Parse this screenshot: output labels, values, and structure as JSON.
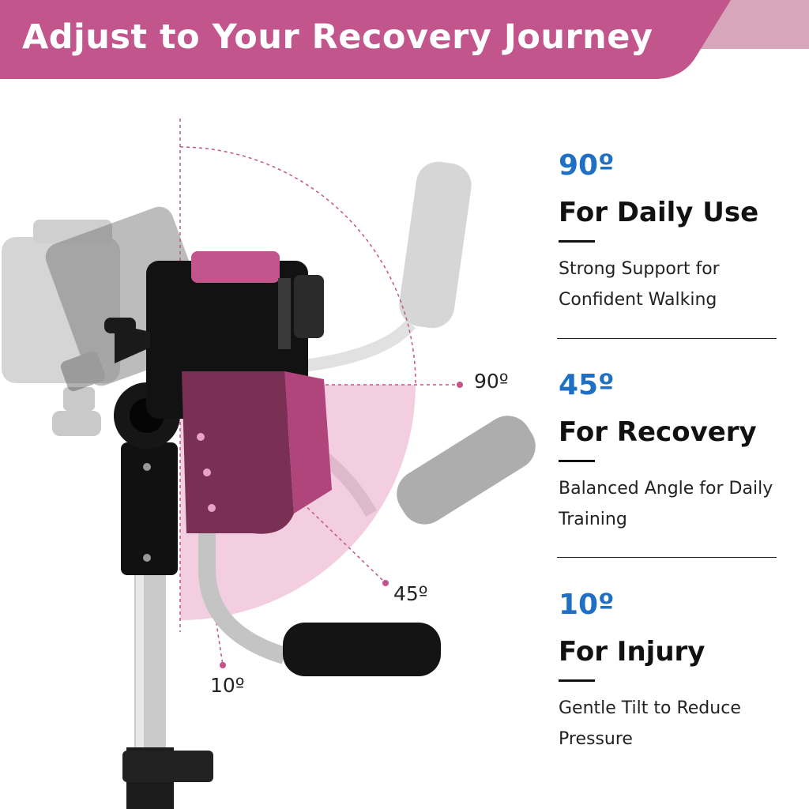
{
  "banner": {
    "title": "Adjust to Your Recovery Journey",
    "color": "#c2558b",
    "accent_color": "#d6a6bb"
  },
  "diagram": {
    "angle_labels": [
      "90º",
      "45º",
      "10º"
    ],
    "arc_color": "#c2558b",
    "fill_color": "#e9a6c7"
  },
  "modes": [
    {
      "angle": "90º",
      "title": "For Daily Use",
      "description": "Strong Support for Confident Walking"
    },
    {
      "angle": "45º",
      "title": "For Recovery",
      "description": "Balanced Angle for Daily Training"
    },
    {
      "angle": "10º",
      "title": "For Injury",
      "description": "Gentle Tilt to Reduce Pressure"
    }
  ],
  "colors": {
    "angle_text": "#1f6fc4",
    "text": "#111111"
  }
}
